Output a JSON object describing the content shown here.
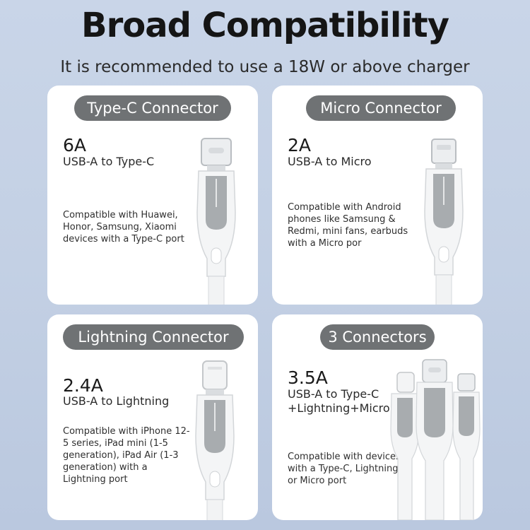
{
  "header": {
    "title": "Broad Compatibility",
    "subtitle": "It is recommended to use a 18W or above charger"
  },
  "cards": [
    {
      "badge": "Type-C Connector",
      "current": "6A",
      "model": "USB-A to Type-C",
      "description": "Compatible with Huawei, Honor, Samsung, Xiaomi devices with a Type-C port"
    },
    {
      "badge": "Micro Connector",
      "current": "2A",
      "model": "USB-A to Micro",
      "description": "Compatible with Android phones like Samsung & Redmi, mini fans, earbuds with a Micro por"
    },
    {
      "badge": "Lightning Connector",
      "current": "2.4A",
      "model": "USB-A to Lightning",
      "description": "Compatible with iPhone 12-5 series, iPad mini (1-5 generation), iPad Air (1-3 generation) with a Lightning port"
    },
    {
      "badge": "3 Connectors",
      "current": "3.5A",
      "model": "USB-A to Type-C +Lightning+Micro",
      "description": "Compatible with devices with a Type-C, Lightning or Micro port"
    }
  ],
  "colors": {
    "background": "#c6d2e6",
    "card": "#ffffff",
    "badge": "#6f7274",
    "cable": "#f3f4f5",
    "cable_accent": "#a6aaad"
  }
}
